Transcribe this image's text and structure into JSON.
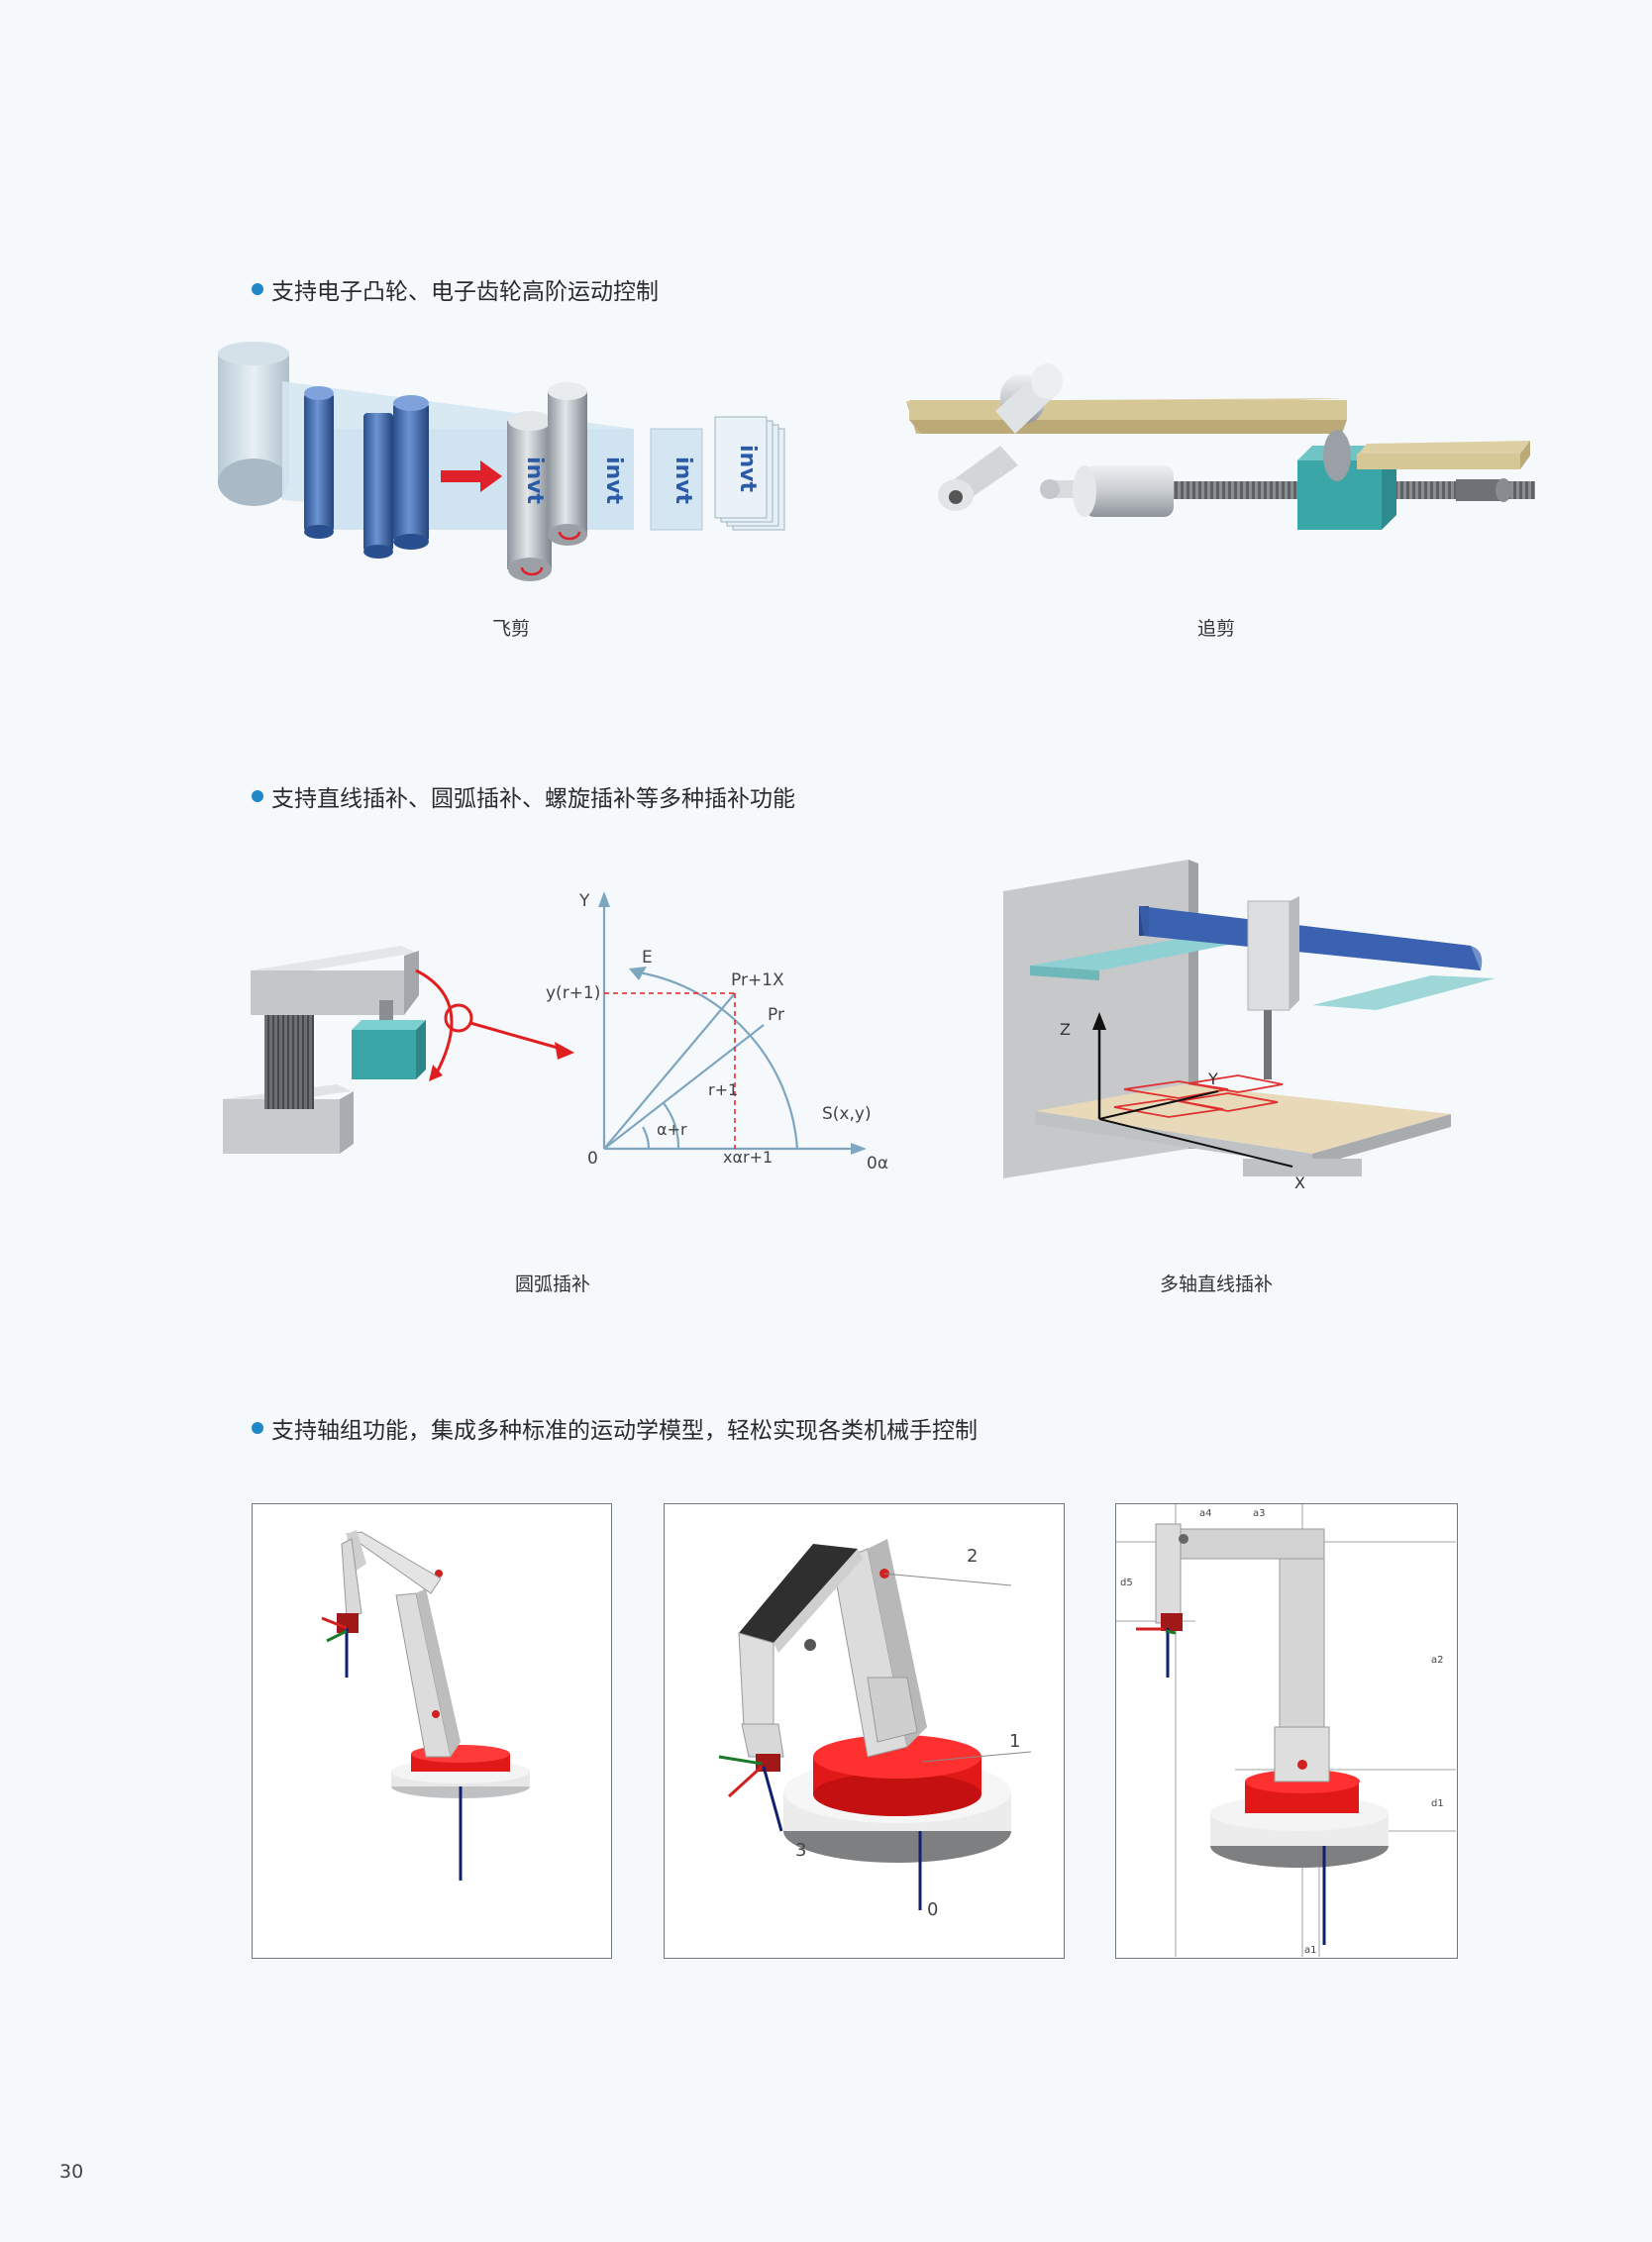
{
  "sections": {
    "cam": {
      "heading": "支持电子凸轮、电子齿轮高阶运动控制",
      "flying_shear_caption": "飞剪",
      "chasing_shear_caption": "追剪",
      "brand_mark": "invt"
    },
    "interp": {
      "heading": "支持直线插补、圆弧插补、螺旋插补等多种插补功能",
      "arc_caption": "圆弧插补",
      "multi_axis_caption": "多轴直线插补",
      "diagram": {
        "y_axis": "Y",
        "origin": "0",
        "x_axis": "0α",
        "end_point": "E",
        "start_point": "S(x,y)",
        "p_next": "Pr+1X",
        "p_curr": "Pr",
        "y_next": "y(r+1)",
        "x_next": "xαr+1",
        "r_next": "r+1",
        "alpha": "α+r"
      },
      "axes3d": {
        "z": "Z",
        "y": "Y",
        "x": "X"
      }
    },
    "robot": {
      "heading": "支持轴组功能，集成多种标准的运动学模型，轻松实现各类机械手控制",
      "labels": {
        "one": "1",
        "two": "2",
        "three": "3",
        "zero": "0"
      },
      "dims": {
        "a4": "a4",
        "a3": "a3",
        "a2": "a2",
        "d5": "d5",
        "d1": "d1",
        "a1": "a1"
      }
    }
  },
  "page_number": "30",
  "colors": {
    "accent_dot": "#1e88c8",
    "red": "#e02020",
    "invt_blue": "#2a5aa8",
    "teal": "#3aa6a8",
    "tan": "#d8c896"
  }
}
